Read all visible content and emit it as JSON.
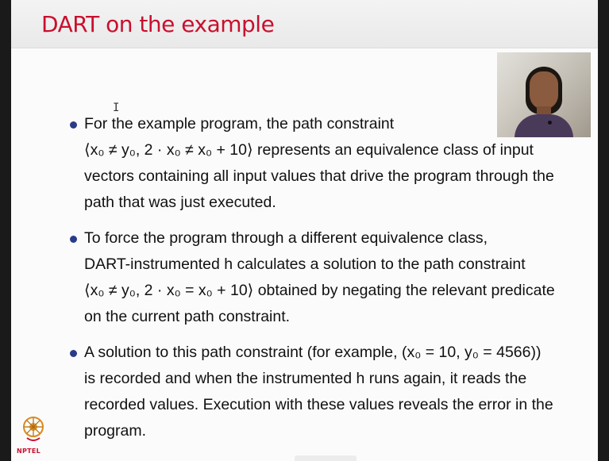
{
  "slide": {
    "title": "DART on the example",
    "bullets": [
      {
        "lines": [
          "For the example program, the path constraint",
          "⟨x₀ ≠ y₀,  2 · x₀ ≠ x₀ + 10⟩ represents an equivalence class of input",
          "vectors containing all input values that drive the program through the",
          "path that was just executed."
        ]
      },
      {
        "lines": [
          "To force the program through a different equivalence class,",
          "DART-instrumented h calculates a solution to the path constraint",
          "⟨x₀ ≠ y₀, 2 · x₀ = x₀ + 10⟩ obtained by negating the relevant predicate",
          "on the current path constraint."
        ]
      },
      {
        "lines": [
          "A solution to this path constraint (for example, (x₀ = 10, y₀ = 4566))",
          "is recorded and when the instrumented h runs again, it reads the",
          "recorded values. Execution with these values reveals the error in the",
          "program."
        ]
      }
    ]
  },
  "logo": {
    "text": "NPTEL"
  },
  "colors": {
    "title": "#c8102e",
    "bullet": "#2b3a88",
    "text": "#111111"
  }
}
